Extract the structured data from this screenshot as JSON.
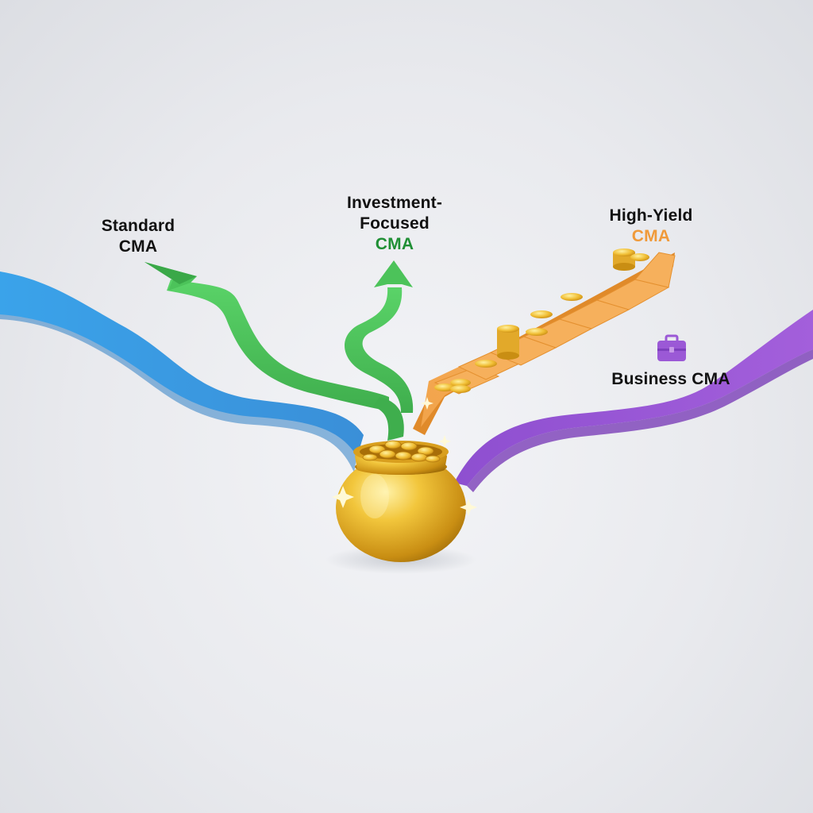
{
  "paths": {
    "standard": {
      "line1": "Standard",
      "line2": "CMA",
      "color": "#3f9fe3"
    },
    "investment": {
      "line1": "Investment-",
      "line2": "Focused",
      "line3": "CMA",
      "color": "#4cc35a",
      "accent_text": "#1f8f34"
    },
    "high_yield": {
      "line1": "High-Yield",
      "line2": "CMA",
      "color": "#f5a240",
      "accent_text": "#f09a3a"
    },
    "business": {
      "label": "Business CMA",
      "color": "#9b59d6",
      "icon": "briefcase-icon"
    }
  },
  "center": {
    "icon": "pot-of-gold-icon",
    "color": "#e8b326"
  }
}
